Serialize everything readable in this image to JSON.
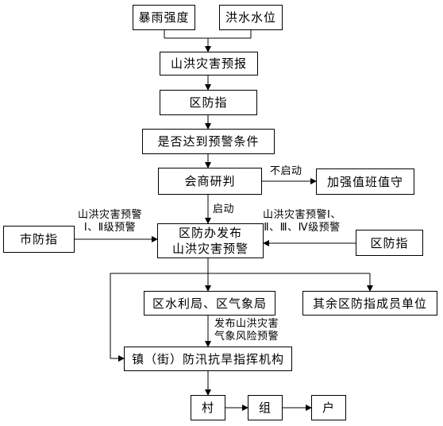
{
  "nodes": {
    "storm_intensity": "暴雨强度",
    "flood_level": "洪水水位",
    "flash_flood_forecast": "山洪灾害预报",
    "district_hq_top": "区防指",
    "warning_condition": "是否达到预警条件",
    "consultation": "会商研判",
    "strengthen_duty": "加强值班值守",
    "city_hq": "市防指",
    "issue_warning_line1": "区防办发布",
    "issue_warning_line2": "山洪灾害预警",
    "district_hq_right": "区防指",
    "water_meteo_bureau": "区水利局、区气象局",
    "other_members": "其余区防指成员单位",
    "town_hq": "镇（街）防汛抗旱指挥机构",
    "village": "村",
    "group": "组",
    "household": "户"
  },
  "labels": {
    "not_activated": "不启动",
    "activated": "启动",
    "left_warning_line1": "山洪灾害预警",
    "left_warning_line2": "Ⅰ、Ⅱ级预警",
    "right_warning_line1": "山洪灾害预警Ⅰ、",
    "right_warning_line2": "Ⅱ、Ⅲ、Ⅳ级预警",
    "publish_line1": "发布山洪灾害",
    "publish_line2": "气象风险预警"
  }
}
